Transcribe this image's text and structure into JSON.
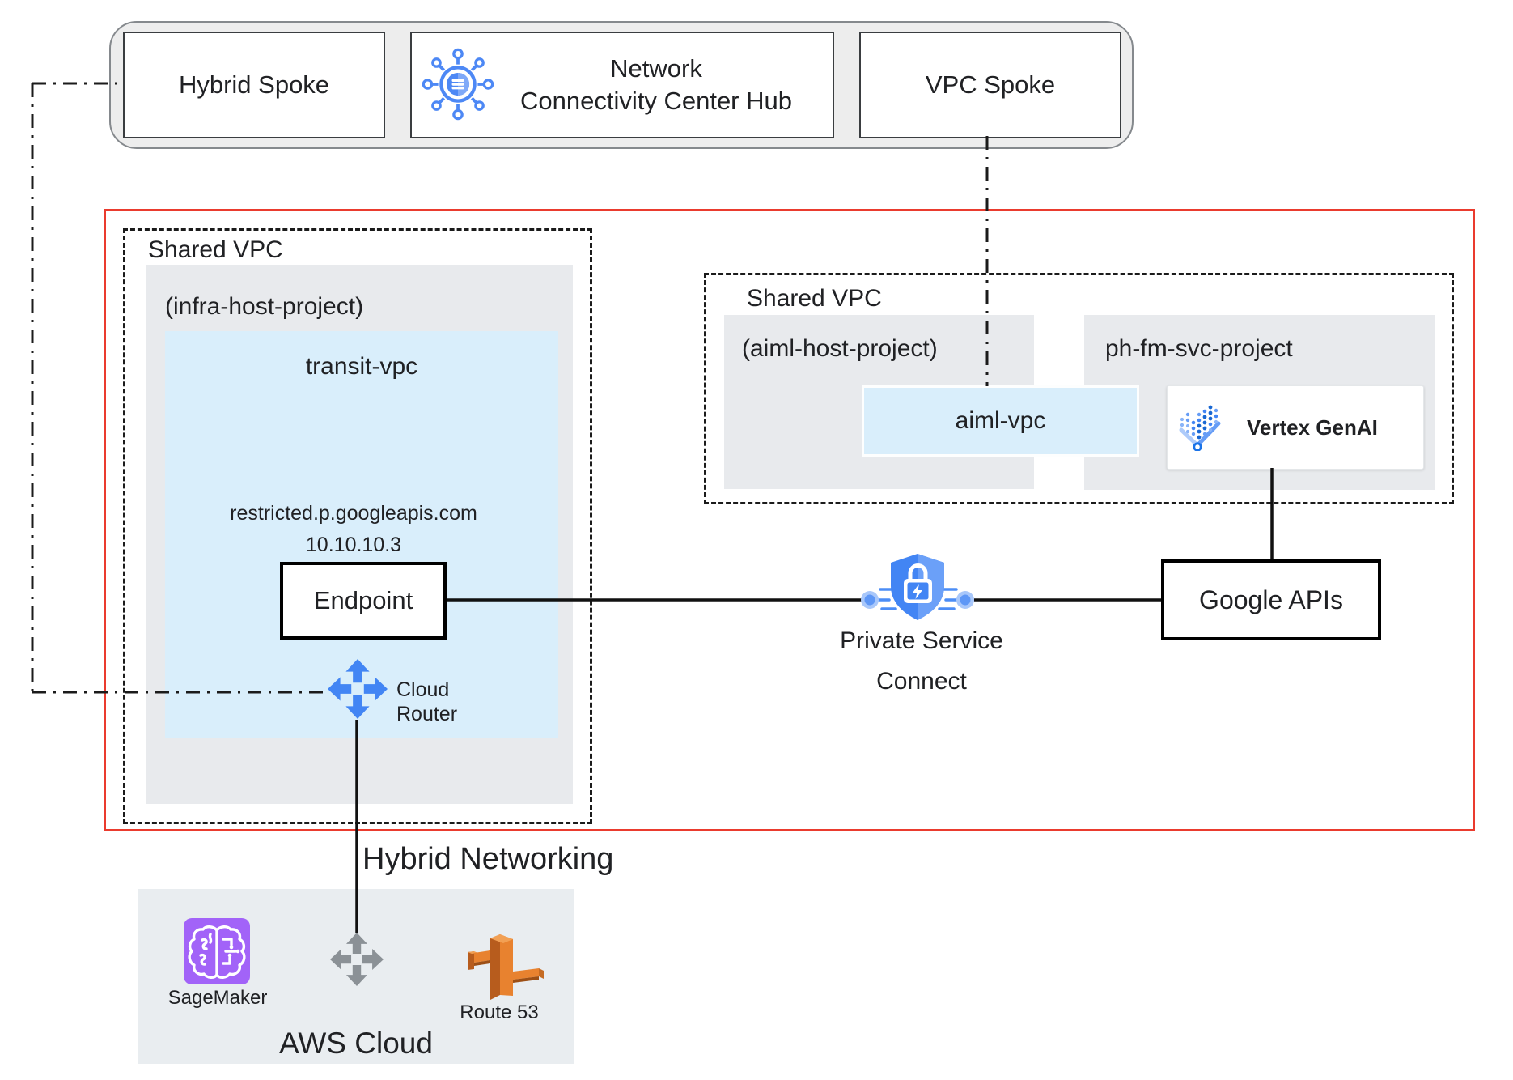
{
  "hub": {
    "hybrid_spoke": "Hybrid Spoke",
    "ncc_line1": "Network",
    "ncc_line2": "Connectivity Center Hub",
    "vpc_spoke": "VPC Spoke"
  },
  "transit": {
    "shared_vpc": "Shared VPC",
    "project": "(infra-host-project)",
    "network": "transit-vpc",
    "dns": "restricted.p.googleapis.com",
    "ip": "10.10.10.3",
    "endpoint": "Endpoint",
    "router_line1": "Cloud",
    "router_line2": "Router"
  },
  "aiml": {
    "shared_vpc": "Shared VPC",
    "host_project": "(aiml-host-project)",
    "service_project": "ph-fm-svc-project",
    "network": "aiml-vpc",
    "vertex": "Vertex GenAI"
  },
  "psc": {
    "line1": "Private Service",
    "line2": "Connect"
  },
  "google_apis": {
    "label": "Google APIs"
  },
  "hybrid_networking": {
    "label": "Hybrid Networking"
  },
  "aws": {
    "sagemaker": "SageMaker",
    "route53": "Route 53",
    "title": "AWS Cloud"
  },
  "icons": {
    "ncc_hub": "hub-network-icon",
    "cloud_router": "cloud-router-icon",
    "private_service_connect": "shield-lock-icon",
    "vertex_genai": "vertex-dots-icon",
    "sagemaker": "brain-icon",
    "aws_router": "gray-router-icon",
    "route53": "route53-pillar-icon"
  },
  "colors": {
    "accent_red": "#ea3b2e",
    "google_blue": "#4285f4",
    "light_blue_fill": "#d9eefb",
    "gray_fill": "#e8eaed",
    "aws_gray_fill": "#e9edf0",
    "aws_orange": "#e8822f",
    "sagemaker_purple": "#a263f8"
  }
}
